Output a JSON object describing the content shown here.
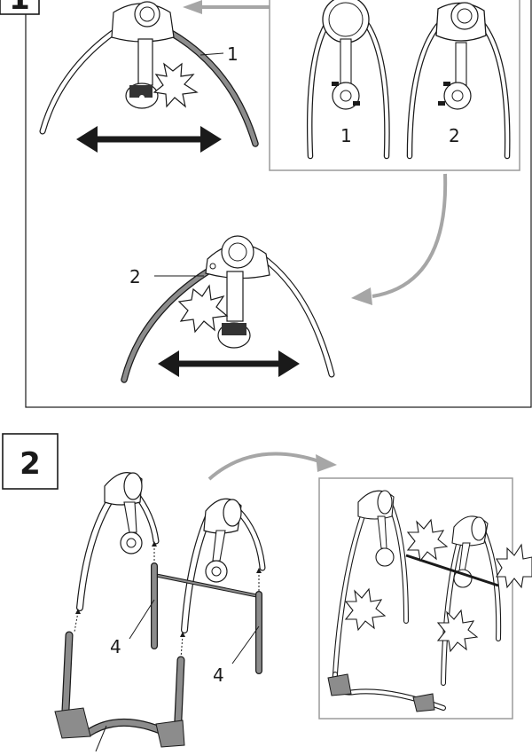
{
  "step1": {
    "number": "1",
    "part_label_1": "1",
    "part_label_2": "2",
    "inset_caption_1": "1",
    "inset_caption_2": "2"
  },
  "step2": {
    "number": "2",
    "part_label_4a": "4",
    "part_label_4b": "4"
  },
  "colors": {
    "outline": "#1a1a1a",
    "leg_gray": "#8c8c8c",
    "arrow_gray": "#a6a6a6",
    "frame_gray": "#9a9a9a"
  }
}
